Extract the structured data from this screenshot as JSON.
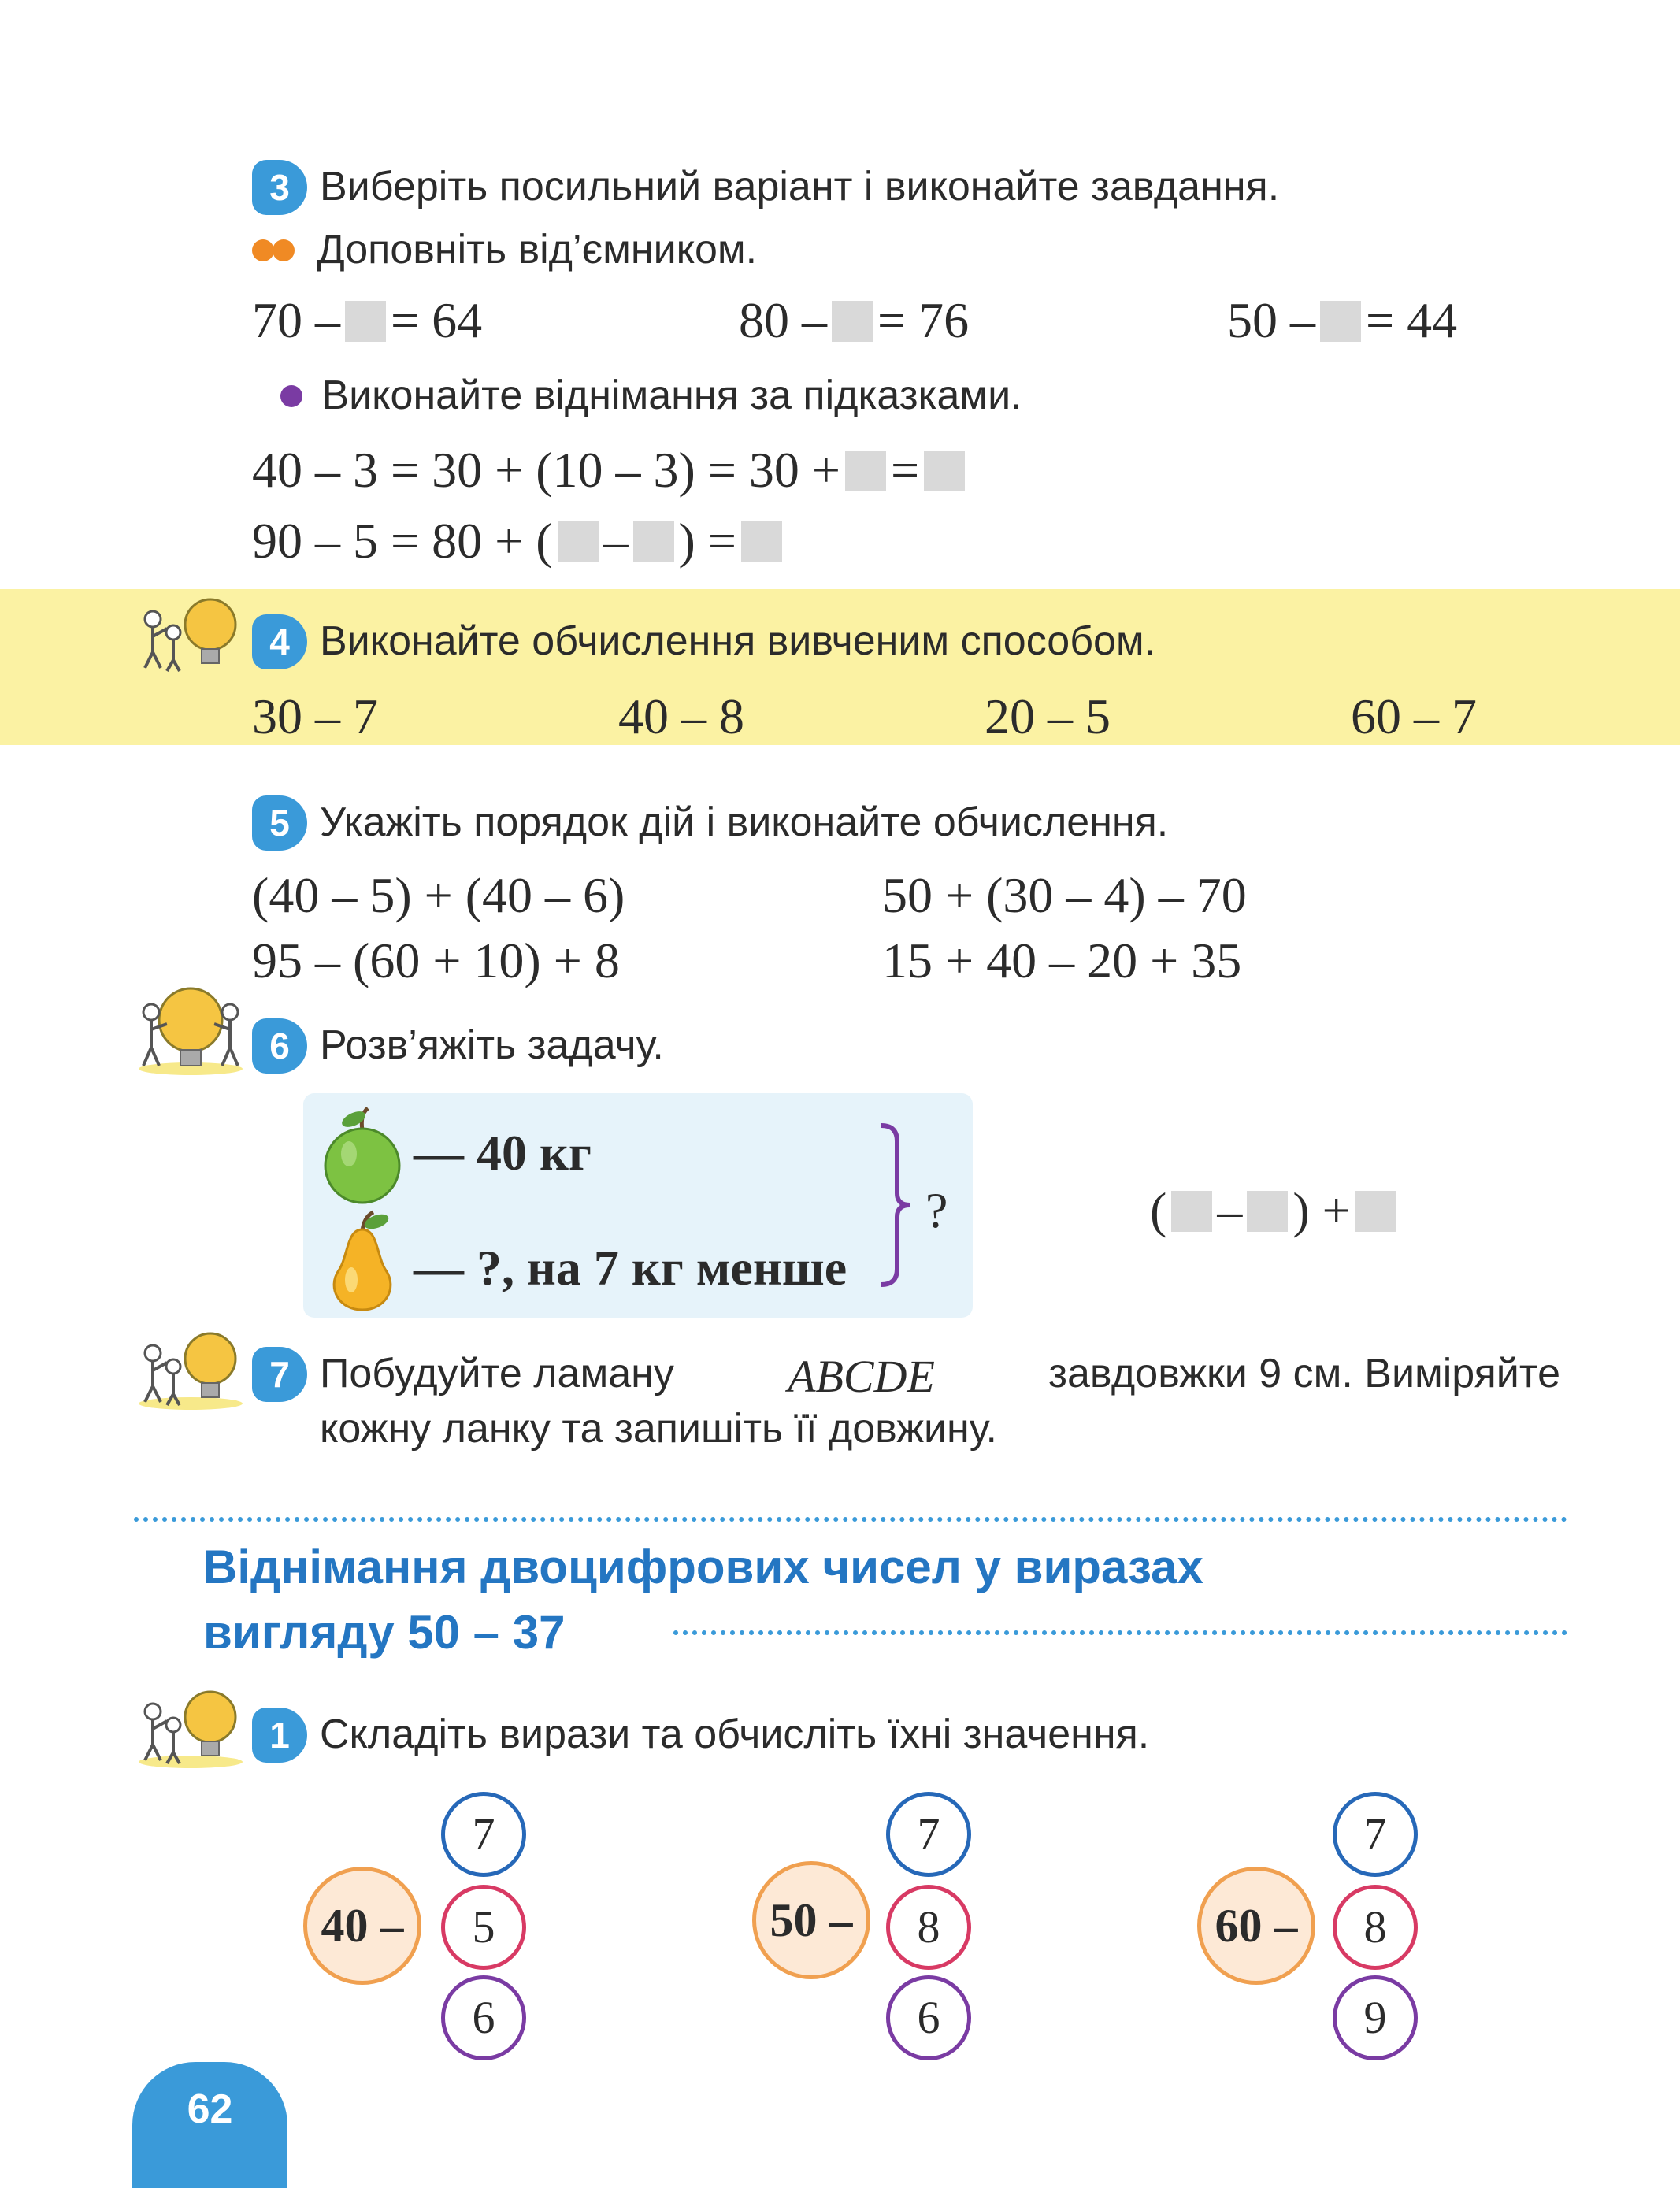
{
  "task3": {
    "num": "3",
    "title": "Виберіть посильний варіант і виконайте завдання.",
    "sub1": "Доповніть від’ємником.",
    "eq1": {
      "left": "70 –",
      "right": "= 64"
    },
    "eq2": {
      "left": "80 –",
      "right": "= 76"
    },
    "eq3": {
      "left": "50 –",
      "right": "= 44"
    },
    "sub2": "Виконайте віднімання за підказками.",
    "line1_a": "40 – 3 = 30 + (10 – 3) = 30 +",
    "line1_b": "=",
    "line2_a": "90 – 5 = 80 + (",
    "line2_b": "–",
    "line2_c": ") ="
  },
  "task4": {
    "num": "4",
    "title": "Виконайте обчислення вивченим способом.",
    "exprs": [
      "30 – 7",
      "40 – 8",
      "20 – 5",
      "60 – 7"
    ]
  },
  "task5": {
    "num": "5",
    "title": "Укажіть порядок дій і виконайте обчислення.",
    "exprs": [
      "(40 – 5) + (40 – 6)",
      "50 + (30 – 4) – 70",
      "95 – (60 + 10) + 8",
      "15 + 40 – 20 + 35"
    ]
  },
  "task6": {
    "num": "6",
    "title": "Розв’яжіть задачу.",
    "row1": "— 40 кг",
    "row2": "— ?, на 7 кг менше",
    "question": "?",
    "expr_open": "(",
    "expr_minus": "–",
    "expr_close": ") +"
  },
  "task7": {
    "num": "7",
    "line1_a": "Побудуйте ламану",
    "line1_b": "ABCDE",
    "line1_c": "завдовжки 9 см. Виміряйте",
    "line2": "кожну ланку та запишіть її довжину."
  },
  "section": {
    "title1": "Віднімання двоцифрових чисел у виразах",
    "title2": "вигляду 50 – 37"
  },
  "task1": {
    "num": "1",
    "title": "Складіть вирази та обчисліть їхні значення.",
    "groups": [
      {
        "center": "40 –",
        "top": "7",
        "mid": "5",
        "bottom": "6"
      },
      {
        "center": "50 –",
        "top": "7",
        "mid": "8",
        "bottom": "6"
      },
      {
        "center": "60 –",
        "top": "7",
        "mid": "8",
        "bottom": "9"
      }
    ]
  },
  "page_number": "62",
  "colors": {
    "accent": "#3a9ad9",
    "band": "#fbf2a3",
    "title": "#2476c2",
    "orange": "#f08a24",
    "purple": "#7a3ba3"
  }
}
